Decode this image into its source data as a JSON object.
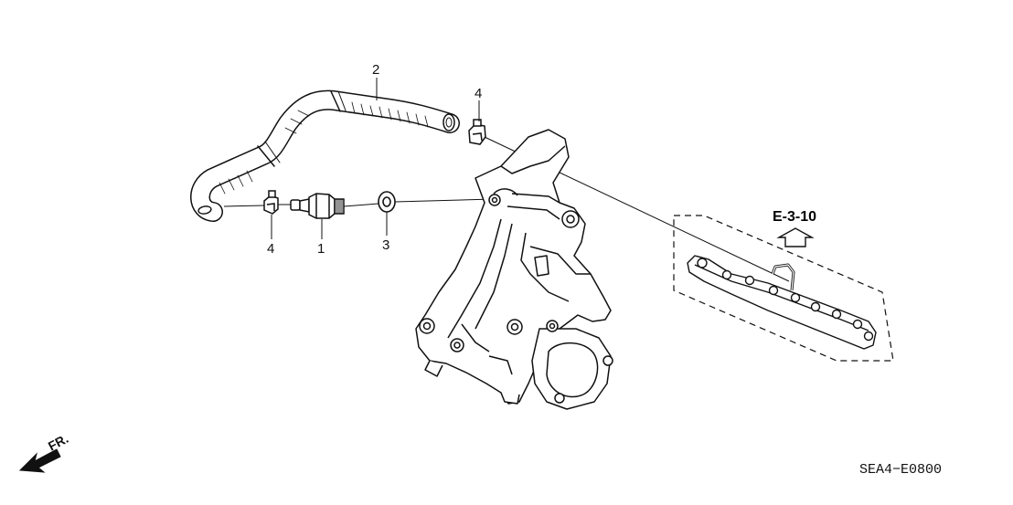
{
  "callouts": [
    {
      "id": "2",
      "text": "2"
    },
    {
      "id": "4a",
      "text": "4"
    },
    {
      "id": "4b",
      "text": "4"
    },
    {
      "id": "1",
      "text": "1"
    },
    {
      "id": "3",
      "text": "3"
    }
  ],
  "reference": "E-3-10",
  "diagram_code": "SEA4−E0800",
  "direction_label": "FR.",
  "colors": {
    "line": "#111111",
    "background": "#ffffff"
  }
}
